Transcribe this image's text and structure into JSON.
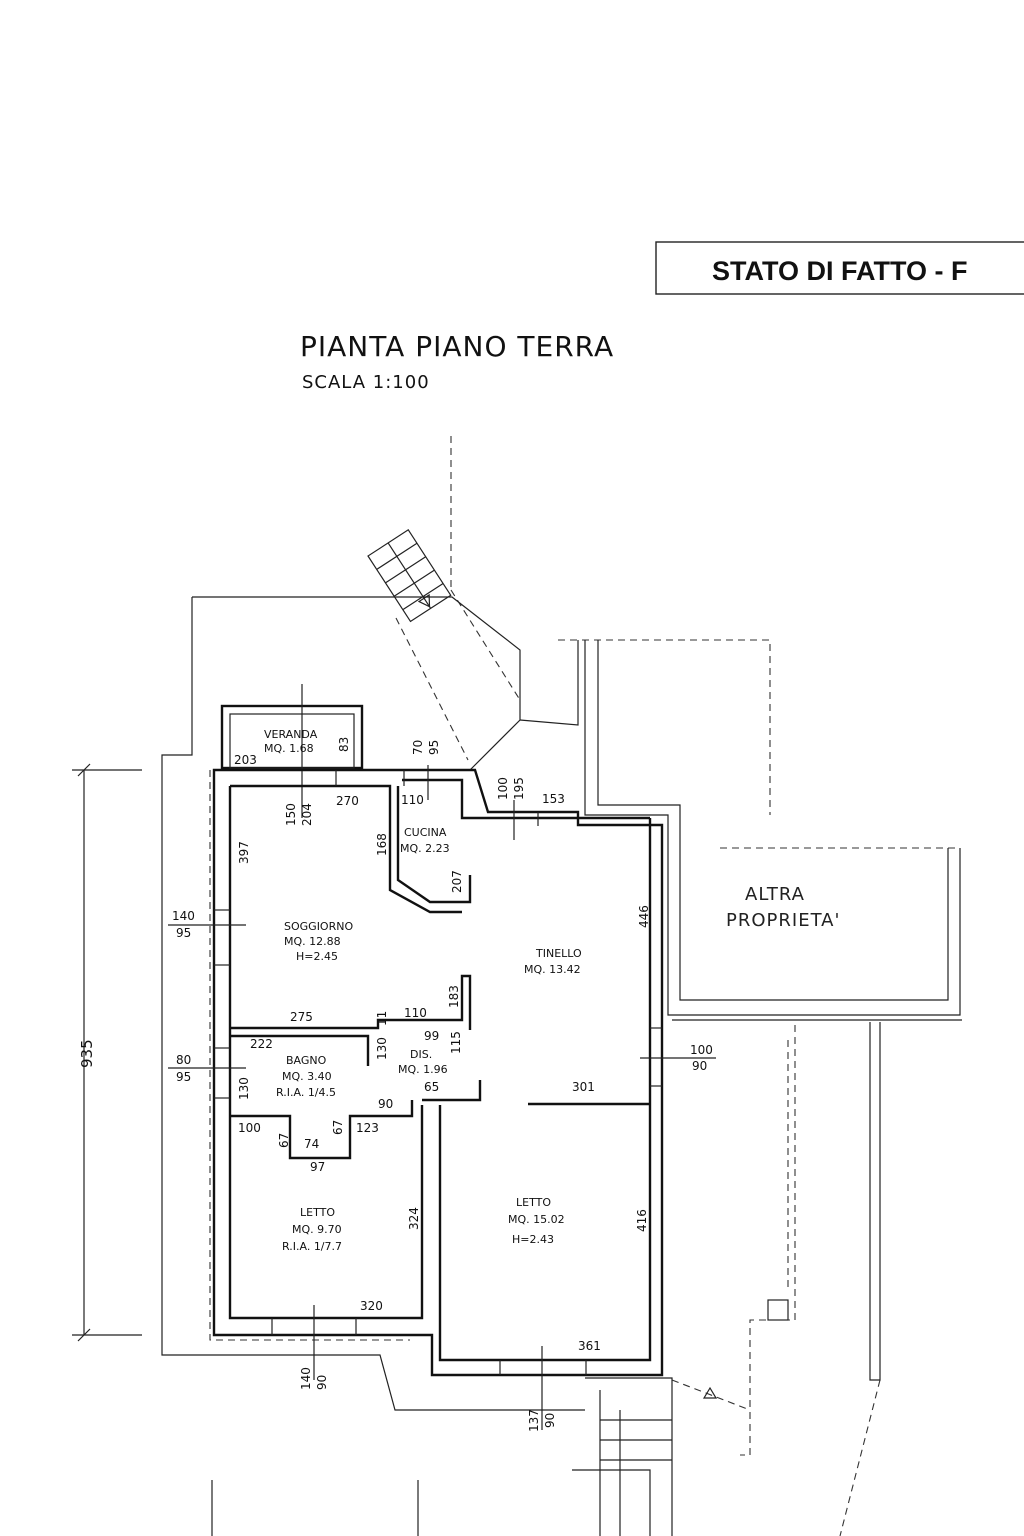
{
  "header": {
    "status_title": "STATO DI FATTO - F",
    "plan_title": "PIANTA  PIANO  TERRA",
    "scale": "SCALA  1:100"
  },
  "rooms": {
    "veranda": {
      "name": "VERANDA",
      "area": "MQ. 1.68"
    },
    "cucina": {
      "name": "CUCINA",
      "area": "MQ. 2.23"
    },
    "soggiorno": {
      "name": "SOGGIORNO",
      "area": "MQ. 12.88",
      "height": "H=2.45"
    },
    "tinello": {
      "name": "TINELLO",
      "area": "MQ. 13.42"
    },
    "bagno": {
      "name": "BAGNO",
      "area": "MQ. 3.40",
      "ria": "R.I.A.  1/4.5"
    },
    "dis": {
      "name": "DIS.",
      "area": "MQ. 1.96"
    },
    "letto_small": {
      "name": "LETTO",
      "area": "MQ. 9.70",
      "ria": "R.I.A.  1/7.7"
    },
    "letto_large": {
      "name": "LETTO",
      "area": "MQ. 15.02",
      "height": "H=2.43"
    },
    "altra_line1": "ALTRA",
    "altra_line2": "PROPRIETA'"
  },
  "dimensions": {
    "d203": "203",
    "d83": "83",
    "d70": "70",
    "d95a": "95",
    "d150": "150",
    "d204": "204",
    "d270": "270",
    "d110a": "110",
    "d100a": "100",
    "d195": "195",
    "d153": "153",
    "d397": "397",
    "d168": "168",
    "d207": "207",
    "d446": "446",
    "d140a": "140",
    "d95b": "95",
    "d275": "275",
    "d11": "11",
    "d110b": "110",
    "d183": "183",
    "d99": "99",
    "d115": "115",
    "d222": "222",
    "d130a": "130",
    "d80": "80",
    "d95c": "95",
    "d130b": "130",
    "d65": "65",
    "d90a": "90",
    "d100b": "100",
    "d90b": "90",
    "d301": "301",
    "d100c": "100",
    "d67a": "67",
    "d74": "74",
    "d67b": "67",
    "d123": "123",
    "d97": "97",
    "d324": "324",
    "d416": "416",
    "d320": "320",
    "d361": "361",
    "d935": "935",
    "d140b": "140",
    "d90c": "90",
    "d137": "137",
    "d90d": "90"
  }
}
